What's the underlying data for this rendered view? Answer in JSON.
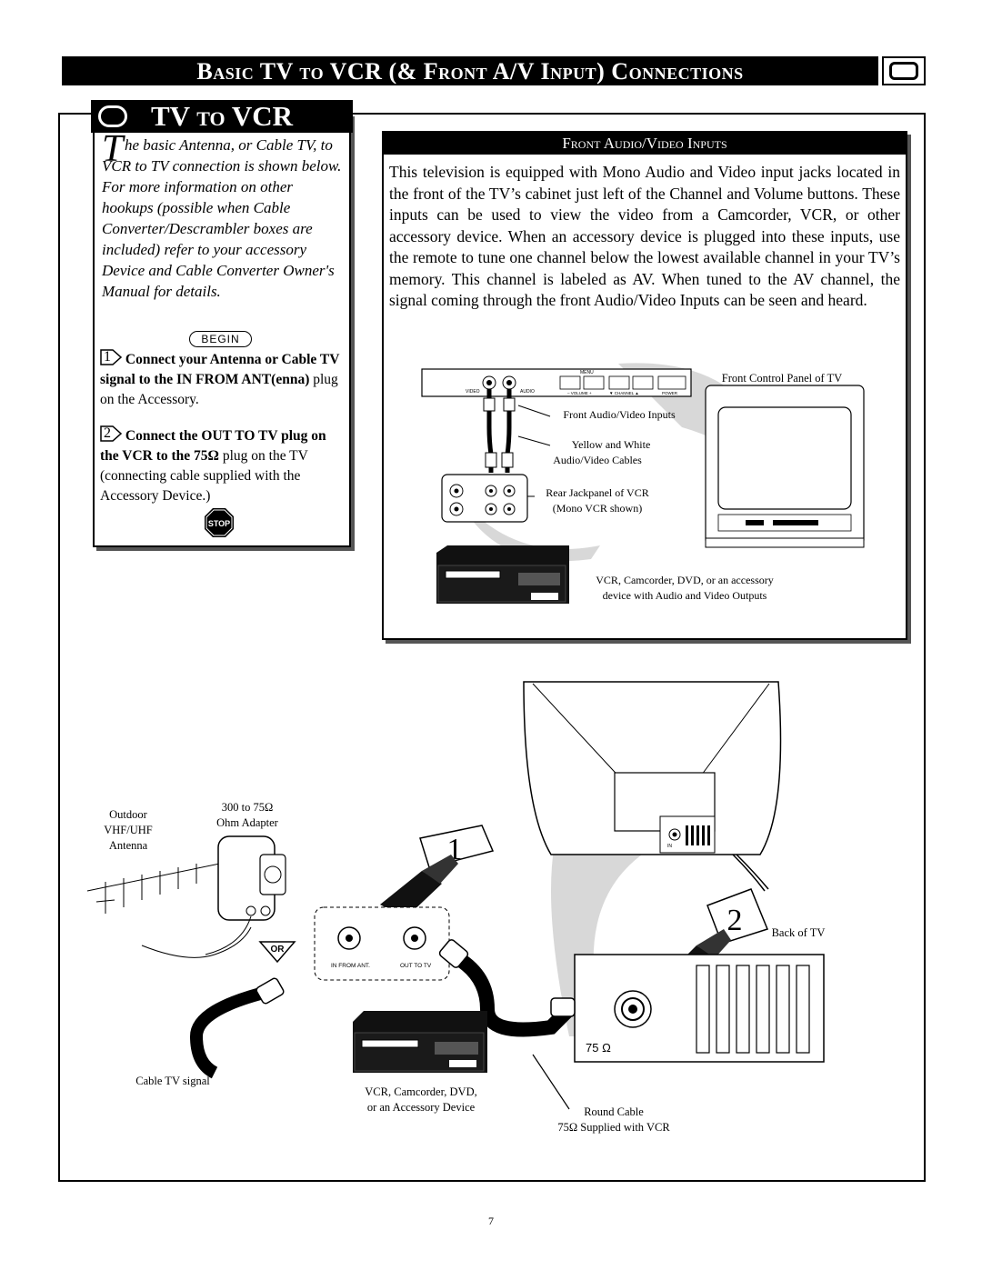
{
  "header": {
    "title": "Basic TV to VCR (& Front A/V Input) Connections",
    "icon": "tv-icon"
  },
  "tv_to_vcr": {
    "tab_title": "TV to VCR",
    "intro_dropcap": "T",
    "intro_text": "he basic Antenna, or Cable TV, to VCR to TV connection is shown below. For more information on other hookups (possible when Cable Converter/Descrambler boxes are included) refer to your accessory Device and Cable Converter Owner's Manual for details.",
    "begin_label": "BEGIN",
    "steps": [
      {
        "number": "1",
        "bold": "Connect your Antenna or Cable TV signal to the IN FROM ANT(enna)",
        "rest": " plug on the Accessory."
      },
      {
        "number": "2",
        "bold": "Connect the OUT TO TV plug on the VCR to the 75Ω",
        "rest": " plug on the TV (connecting cable supplied with the Accessory Device.)"
      }
    ],
    "stop_label": "STOP"
  },
  "front_av": {
    "header": "Front Audio/Video Inputs",
    "paragraph": "This television is equipped with Mono Audio and Video input jacks located in the front of the TV’s cabinet just left of the Channel and Volume buttons. These inputs can be used to view the video from a Camcorder, VCR, or other accessory device. When an accessory device is plugged into these inputs, use the remote to tune one channel below the lowest available channel in your TV’s memory. This channel is labeled as AV. When tuned to the AV channel, the signal coming through the front Audio/Video Inputs can be seen and heard.",
    "panel_labels": {
      "video": "VIDEO",
      "audio": "AUDIO",
      "menu": "MENU",
      "volume": "– VOLUME +",
      "channel": "▼ CHANNEL ▲",
      "power": "POWER"
    },
    "captions": {
      "front_control_panel": "Front Control Panel of TV",
      "front_av_inputs": "Front Audio/Video Inputs",
      "cables_line1": "Yellow and White",
      "cables_line2": "Audio/Video Cables",
      "rear_jack_line1": "Rear Jackpanel of VCR",
      "rear_jack_line2": "(Mono VCR shown)",
      "vcr_line1": "VCR, Camcorder, DVD, or an accessory",
      "vcr_line2": "device with Audio and Video Outputs"
    }
  },
  "diagram": {
    "antenna_line1": "Outdoor",
    "antenna_line2": "VHF/UHF",
    "antenna_line3": "Antenna",
    "adapter_line1": "300 to 75Ω",
    "adapter_line2": "Ohm Adapter",
    "or_label": "OR",
    "in_from_ant": "IN FROM ANT.",
    "out_to_tv": "OUT TO TV",
    "cable_tv_signal": "Cable TV signal",
    "vcr_line1": "VCR, Camcorder, DVD,",
    "vcr_line2": "or an Accessory Device",
    "round_cable_line1": "Round Cable",
    "round_cable_line2": "75Ω Supplied with VCR",
    "back_of_tv": "Back of TV",
    "ohm_label": "75 Ω",
    "tv_jack_label": "IN",
    "callout1": "1",
    "callout2": "2"
  },
  "footer": {
    "page_number": "7"
  }
}
